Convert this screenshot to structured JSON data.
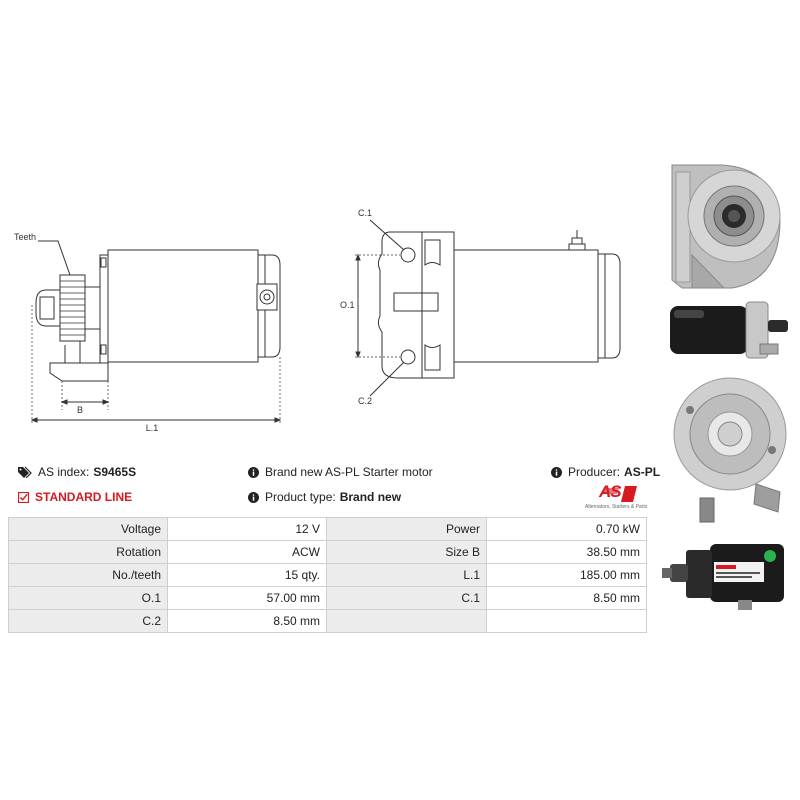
{
  "diagrams": {
    "side": {
      "teeth_label": "Teeth",
      "b_label": "B",
      "l1_label": "L.1"
    },
    "front": {
      "c1_label": "C.1",
      "o1_label": "O.1",
      "c2_label": "C.2"
    }
  },
  "info": {
    "as_index_label": "AS index:",
    "as_index_value": "S9465S",
    "description": "Brand new AS-PL Starter motor",
    "producer_label": "Producer:",
    "producer_value": "AS-PL",
    "standard_line": "STANDARD LINE",
    "product_type_label": "Product type:",
    "product_type_value": "Brand new"
  },
  "logo": {
    "text": "AS",
    "tagline": "Alternators, Starters & Parts"
  },
  "specs": {
    "rows": [
      [
        {
          "label": "Voltage",
          "value": "12 V"
        },
        {
          "label": "Power",
          "value": "0.70 kW"
        }
      ],
      [
        {
          "label": "Rotation",
          "value": "ACW"
        },
        {
          "label": "Size B",
          "value": "38.50 mm"
        }
      ],
      [
        {
          "label": "No./teeth",
          "value": "15 qty."
        },
        {
          "label": "L.1",
          "value": "185.00 mm"
        }
      ],
      [
        {
          "label": "O.1",
          "value": "57.00 mm"
        },
        {
          "label": "C.1",
          "value": "8.50 mm"
        }
      ],
      [
        {
          "label": "C.2",
          "value": "8.50 mm"
        },
        {
          "label": "",
          "value": ""
        }
      ]
    ]
  },
  "colors": {
    "accent": "#d71920",
    "table_label_bg": "#ececec",
    "border": "#cfcfcf"
  },
  "icons": [
    "tags-icon",
    "info-circle-icon",
    "check-square-icon"
  ]
}
